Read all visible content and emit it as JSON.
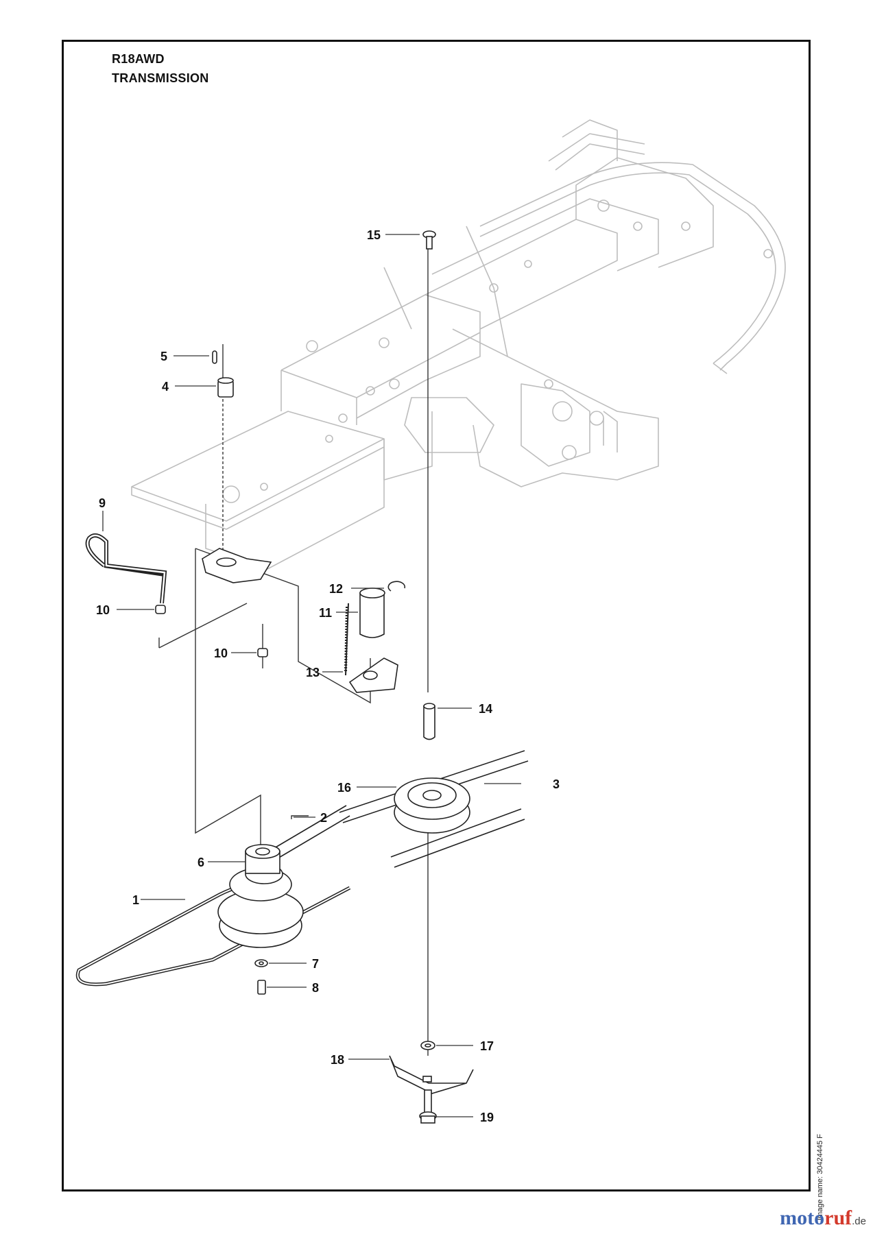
{
  "header": {
    "model": "R18AWD",
    "section": "TRANSMISSION"
  },
  "image_name": "Image name: 30424445 F",
  "logo": {
    "part1": "moto",
    "part2": "ruf",
    "part3": ".de"
  },
  "callouts": [
    {
      "num": "15"
    },
    {
      "num": "5"
    },
    {
      "num": "4"
    },
    {
      "num": "9"
    },
    {
      "num": "12"
    },
    {
      "num": "11"
    },
    {
      "num": "10"
    },
    {
      "num": "10"
    },
    {
      "num": "13"
    },
    {
      "num": "14"
    },
    {
      "num": "16"
    },
    {
      "num": "3"
    },
    {
      "num": "2"
    },
    {
      "num": "6"
    },
    {
      "num": "1"
    },
    {
      "num": "7"
    },
    {
      "num": "8"
    },
    {
      "num": "17"
    },
    {
      "num": "18"
    },
    {
      "num": "19"
    }
  ]
}
